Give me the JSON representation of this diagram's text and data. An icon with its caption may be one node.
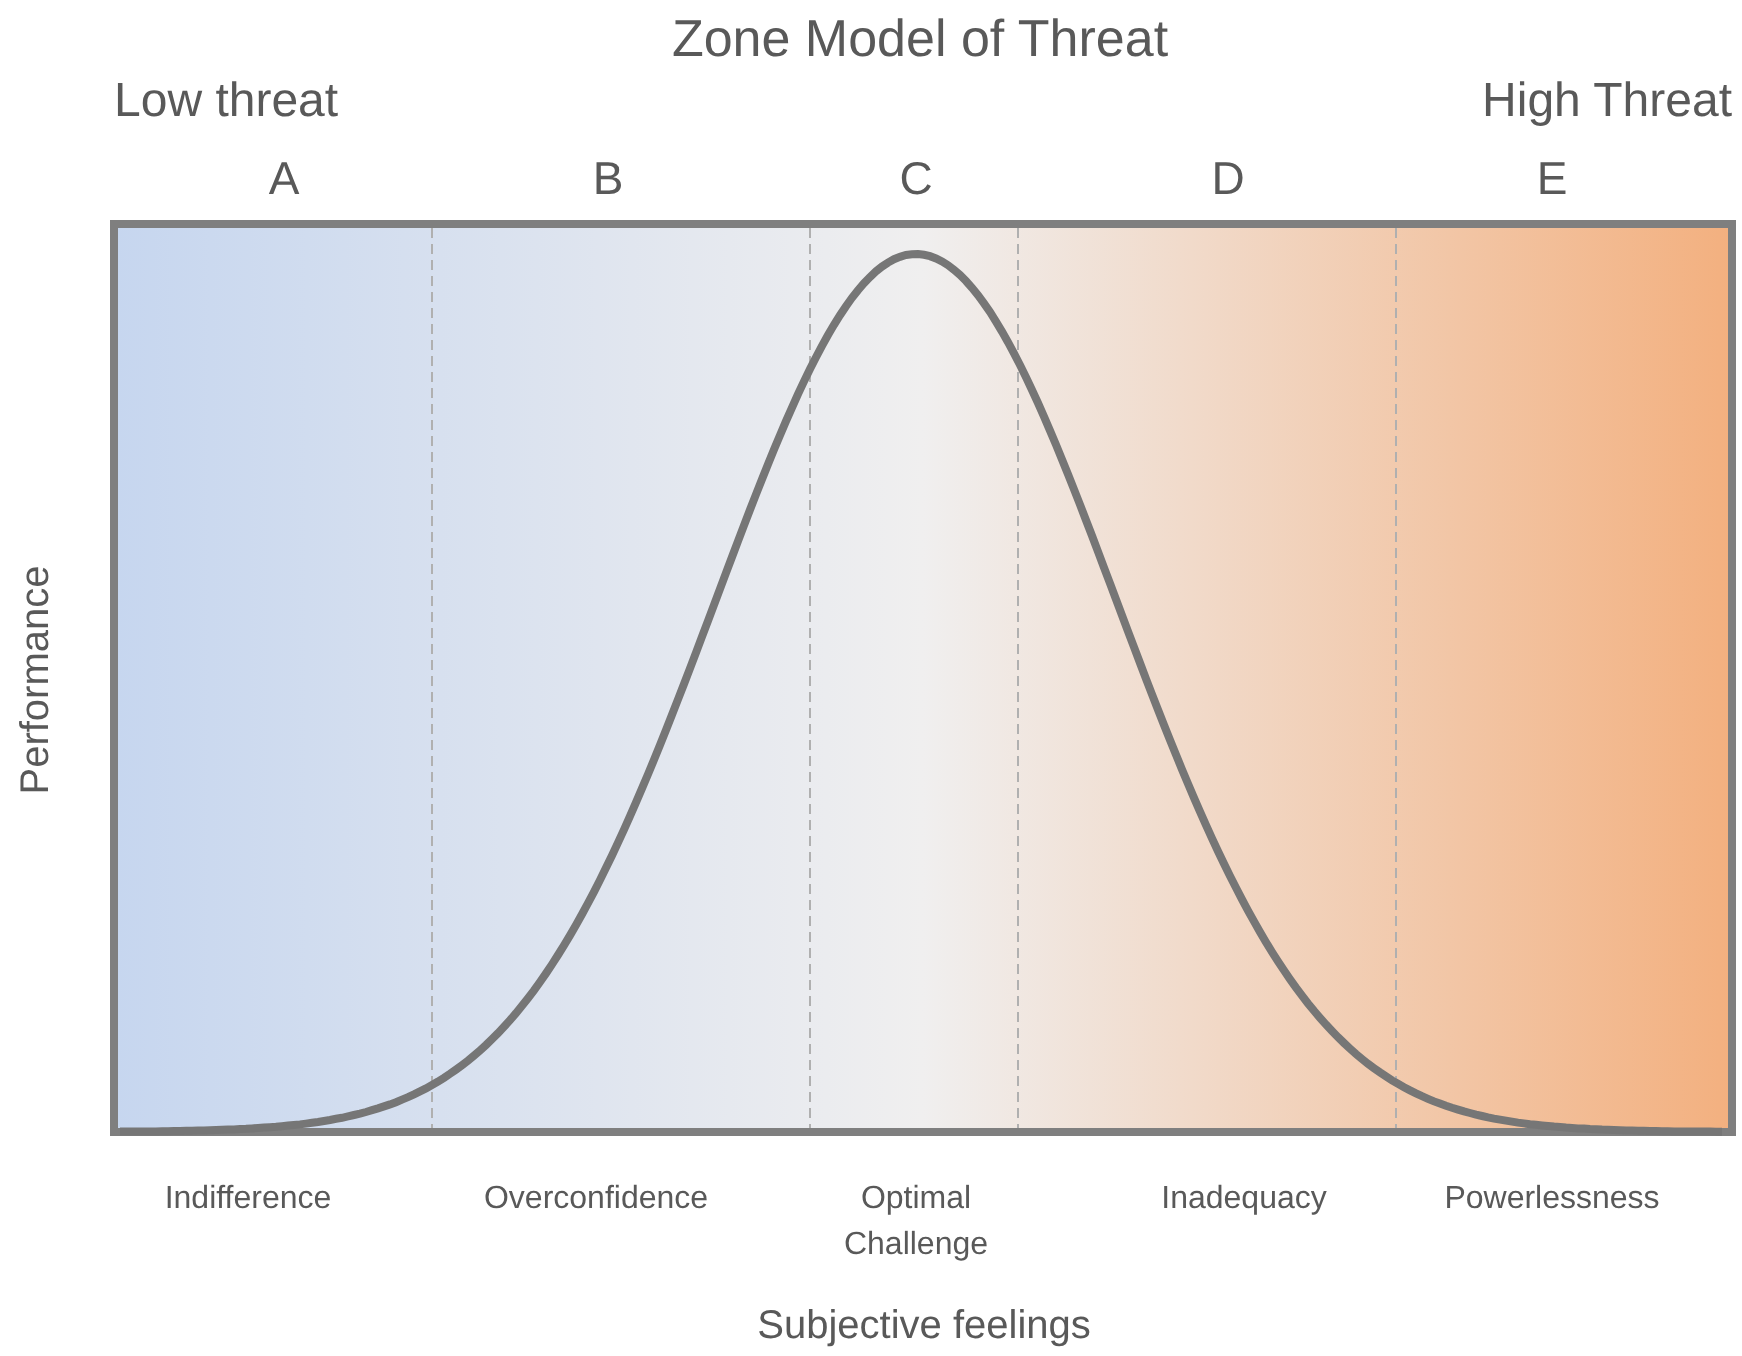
{
  "diagram": {
    "title": "Zone Model of Threat",
    "labels": [
      "Low threat",
      "High Threat",
      "A",
      "B",
      "C",
      "D",
      "E",
      "Performance",
      "Indifference",
      "Overconfidence",
      "Optimal Challenge",
      "Inadequacy",
      "Powerlessness",
      "Subjective feelings"
    ]
  }
}
